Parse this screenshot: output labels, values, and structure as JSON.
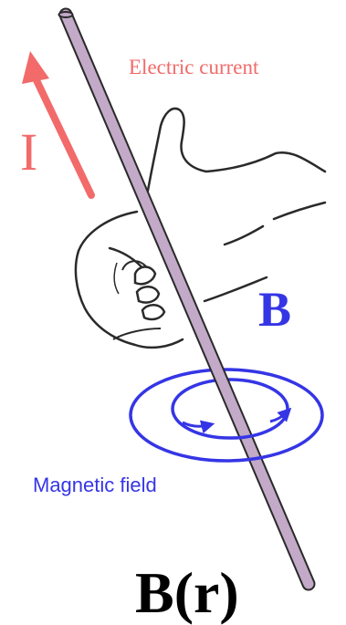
{
  "labels": {
    "current_text": "Electric current",
    "current_symbol": "I",
    "field_symbol": "B",
    "field_text": "Magnetic field",
    "formula": "B(r)"
  },
  "colors": {
    "current": "#f26a6a",
    "field": "#3535e6",
    "wire": "#c2aac8",
    "outline": "#2a2a2a",
    "text": "#000000"
  }
}
